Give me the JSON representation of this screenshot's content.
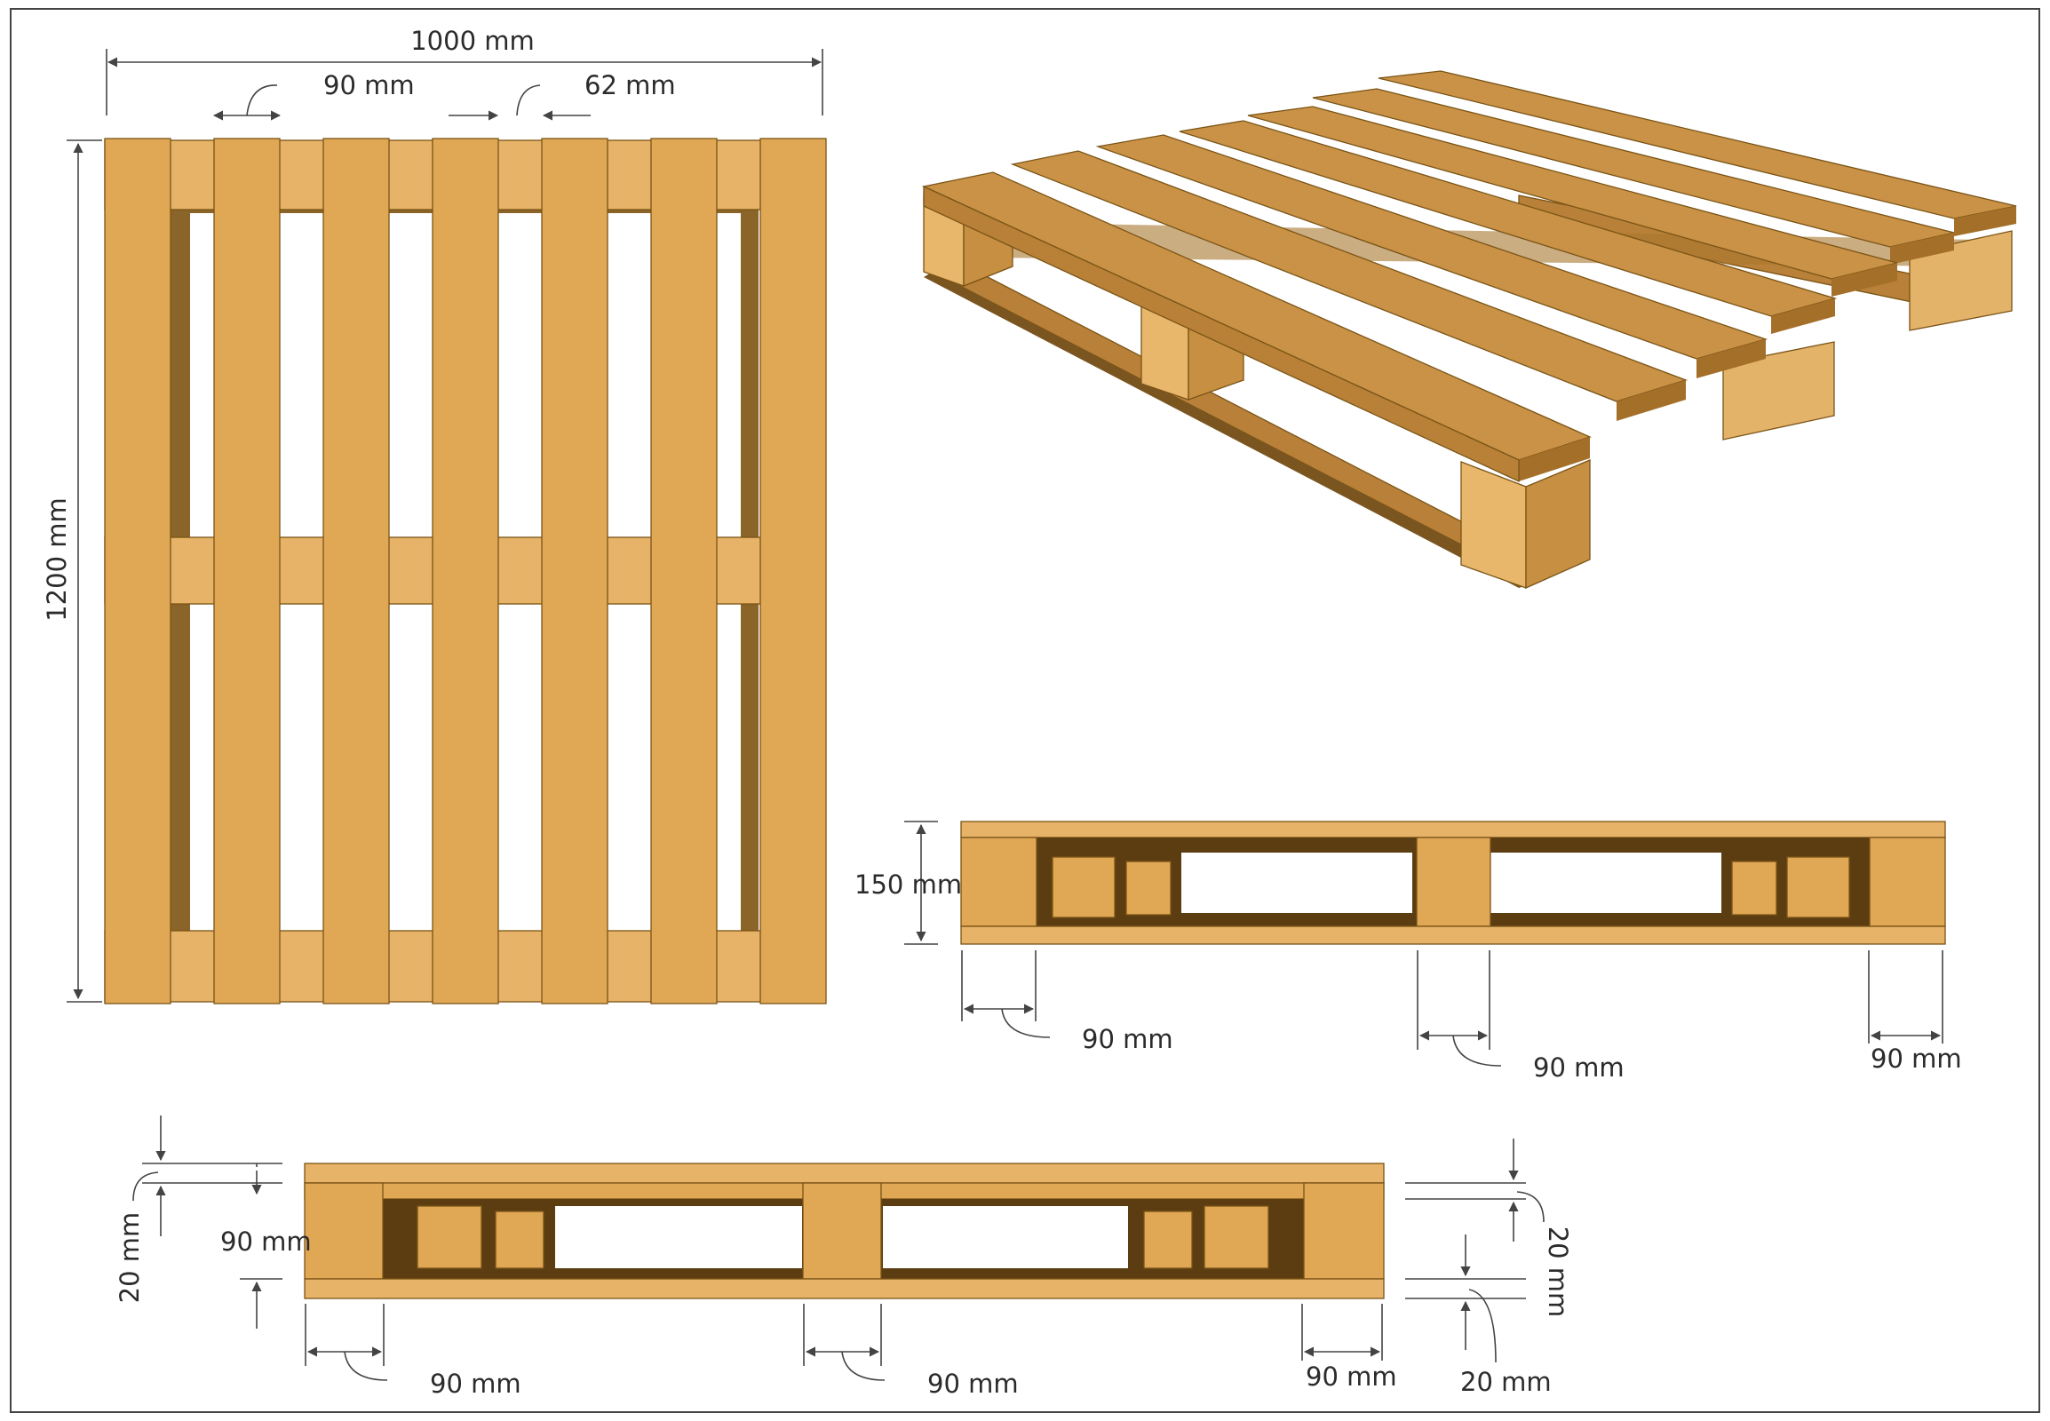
{
  "top_view": {
    "width_label": "1000 mm",
    "height_label": "1200 mm",
    "board_width_label": "90 mm",
    "gap_label": "62 mm"
  },
  "front_view": {
    "height_label": "150 mm",
    "left_block_label": "90 mm",
    "center_block_label": "90 mm",
    "right_block_label": "90 mm"
  },
  "side_view": {
    "top_board_label": "20 mm",
    "block_label": "90 mm",
    "right_top_label": "20 mm",
    "right_bottom_label": "20 mm",
    "left_block_label": "90 mm",
    "center_block_label": "90 mm",
    "right_block_label": "90 mm"
  },
  "colors": {
    "wood_light": "#e3ac5c",
    "wood_mid": "#d69d4c",
    "wood_dark": "#b97e33",
    "wood_shadow": "#6b4a1f",
    "line": "#444444"
  }
}
